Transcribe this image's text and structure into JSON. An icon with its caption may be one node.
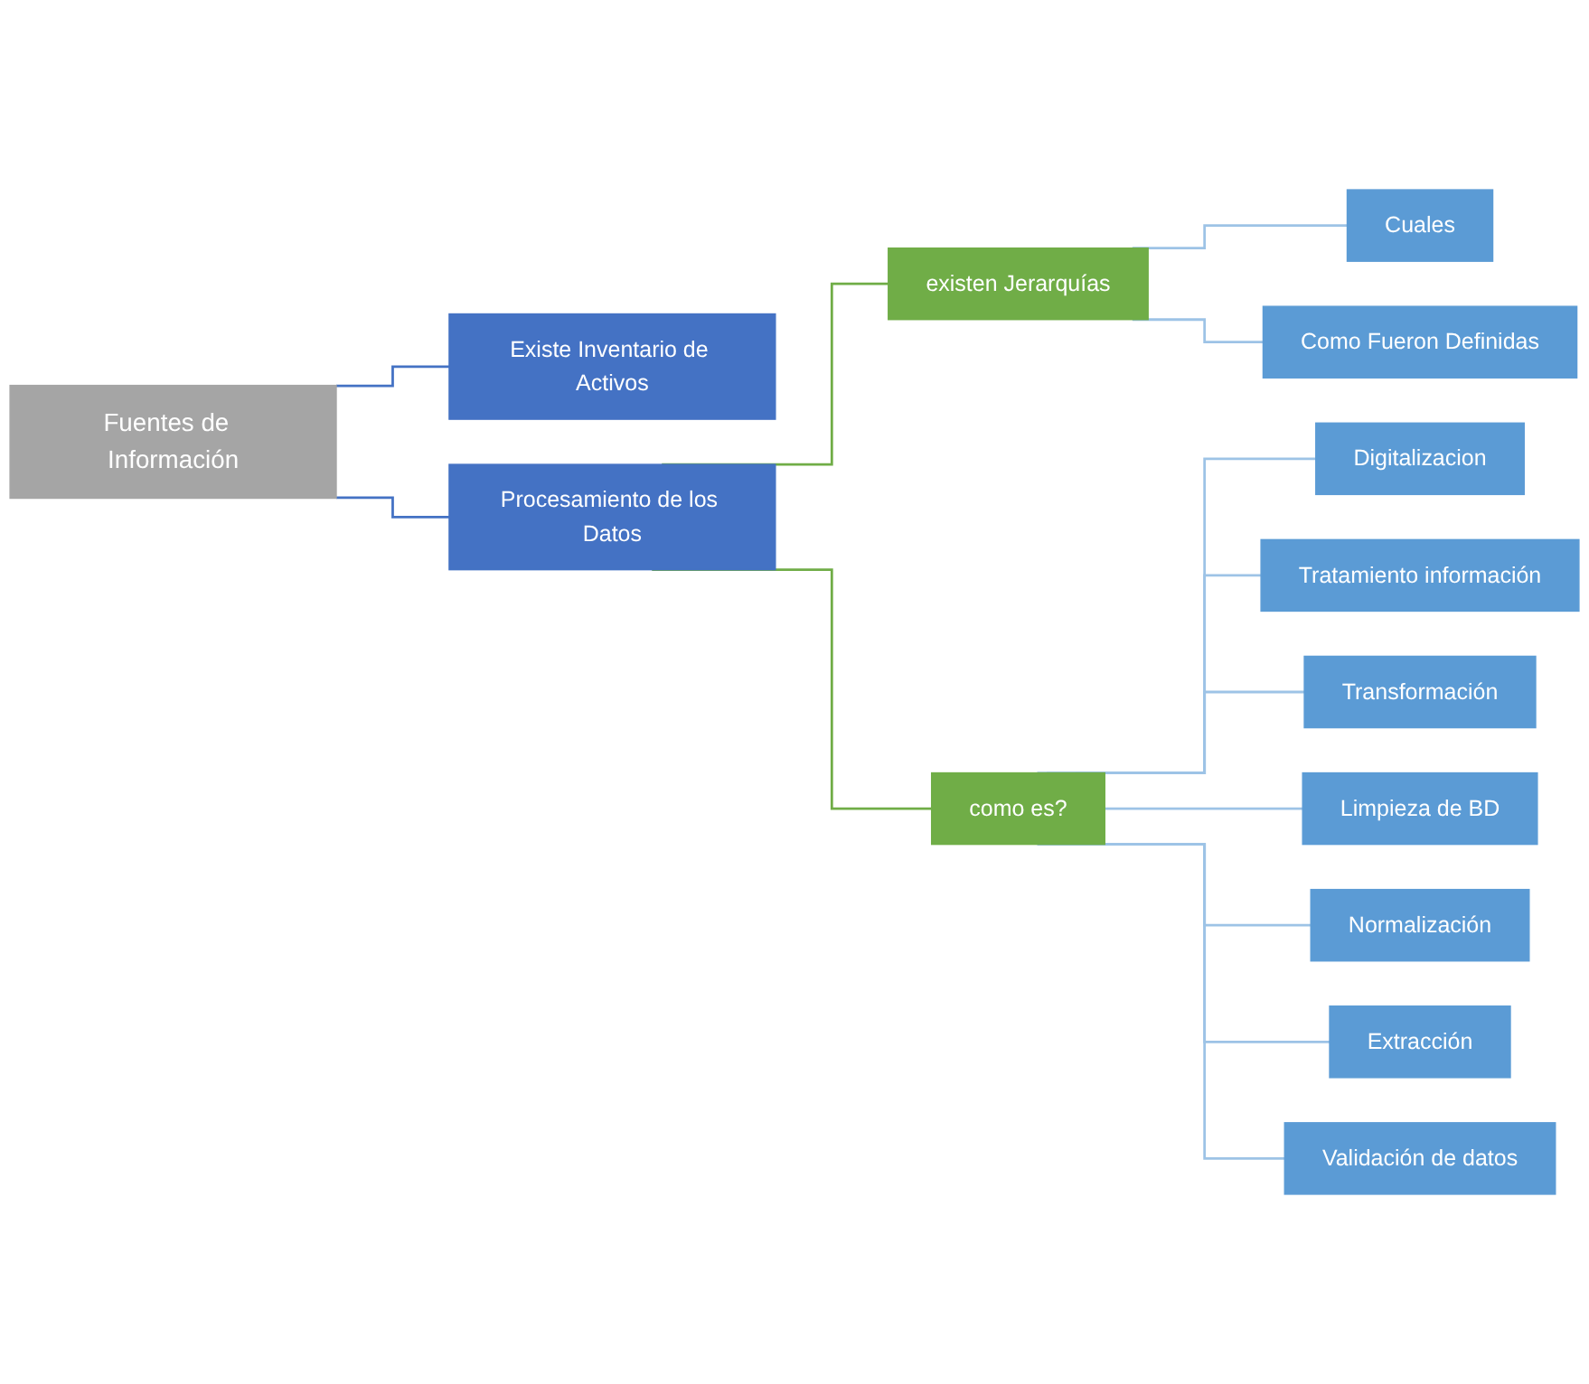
{
  "diagram": {
    "nodes": [
      {
        "text": [
          "Fuentes de  Información"
        ]
      },
      {
        "text": [
          "Existe Inventario de Activos"
        ]
      },
      {
        "text": [
          "Procesamiento de los Datos"
        ]
      },
      {
        "text": [
          "existen Jerarquías"
        ]
      },
      {
        "text": [
          "como es?"
        ]
      },
      {
        "text": [
          "Cuales"
        ]
      },
      {
        "text": [
          "Como Fueron Definidas"
        ]
      },
      {
        "text": [
          "Digitalizacion"
        ]
      },
      {
        "text": [
          "Tratamiento información"
        ]
      },
      {
        "text": [
          "Transformación"
        ]
      },
      {
        "text": [
          "Limpieza de BD"
        ]
      },
      {
        "text": [
          "Normalización"
        ]
      },
      {
        "text": [
          "Extracción"
        ]
      },
      {
        "text": [
          "Validación de datos"
        ]
      }
    ],
    "edges": [
      {
        "from": 0,
        "to": 1,
        "arrow": "none",
        "color": "#4472c4"
      },
      {
        "from": 0,
        "to": 2,
        "arrow": "none",
        "color": "#4472c4"
      },
      {
        "from": 2,
        "to": 3,
        "arrow": "none",
        "color": "#70ad47"
      },
      {
        "from": 2,
        "to": 4,
        "arrow": "none",
        "color": "#70ad47"
      },
      {
        "from": 3,
        "to": 5,
        "arrow": "none"
      },
      {
        "from": 3,
        "to": 6,
        "arrow": "none"
      },
      {
        "from": 4,
        "to": 7,
        "arrow": "none"
      },
      {
        "from": 4,
        "to": 8,
        "arrow": "none"
      },
      {
        "from": 4,
        "to": 9,
        "arrow": "none"
      },
      {
        "from": 4,
        "to": 10,
        "arrow": "none"
      },
      {
        "from": 4,
        "to": 11,
        "arrow": "none"
      },
      {
        "from": 4,
        "to": 12,
        "arrow": "none"
      },
      {
        "from": 4,
        "to": 13,
        "arrow": "none"
      }
    ]
  }
}
